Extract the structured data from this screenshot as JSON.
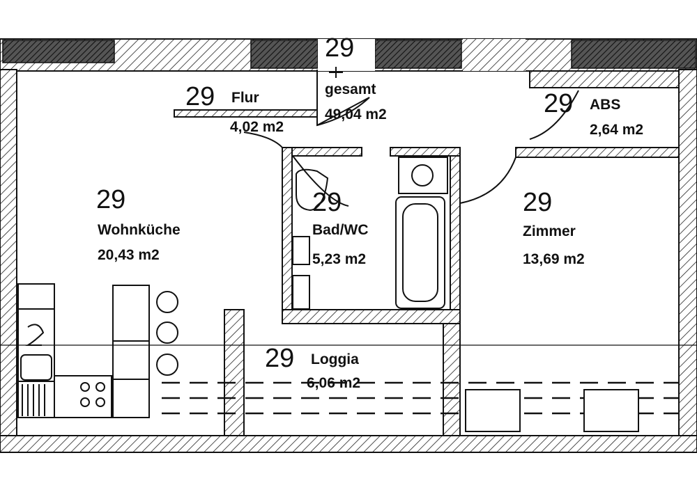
{
  "rooms": {
    "gesamt": {
      "number": "29",
      "name": "gesamt",
      "area": "49,04 m2"
    },
    "flur": {
      "number": "29",
      "name": "Flur",
      "area": "4,02 m2"
    },
    "abs": {
      "number": "29",
      "name": "ABS",
      "area": "2,64 m2"
    },
    "wohnkuche": {
      "number": "29",
      "name": "Wohnküche",
      "area": "20,43 m2"
    },
    "bad": {
      "number": "29",
      "name": "Bad/WC",
      "area": "5,23 m2"
    },
    "zimmer": {
      "number": "29",
      "name": "Zimmer",
      "area": "13,69 m2"
    },
    "loggia": {
      "number": "29",
      "name": "Loggia",
      "area": "6,06 m2"
    }
  }
}
